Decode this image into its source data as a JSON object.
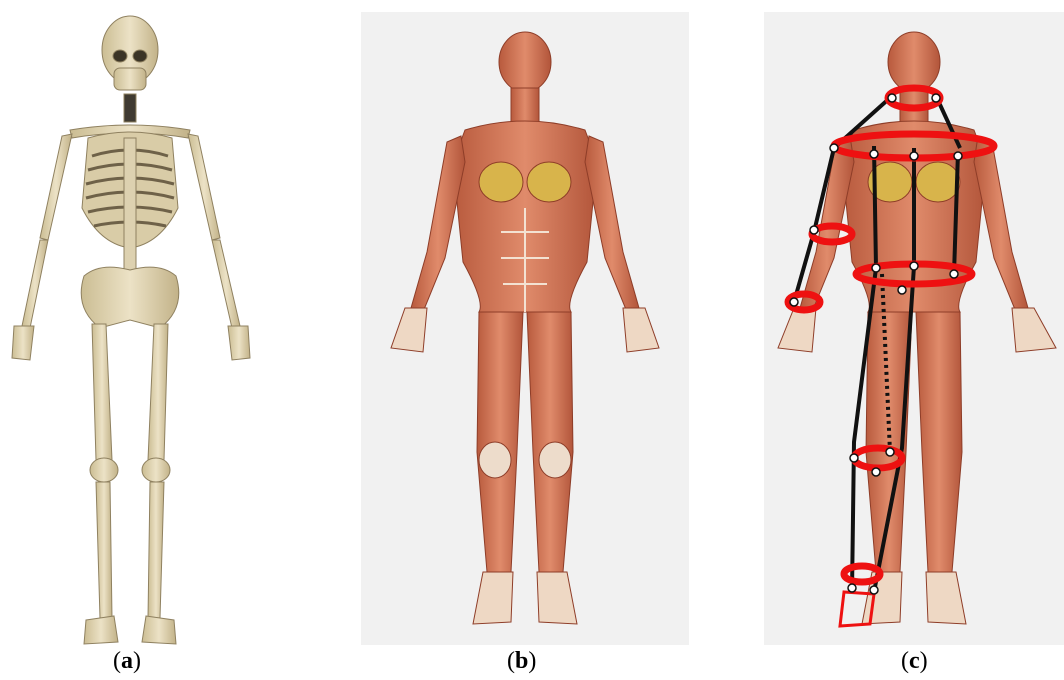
{
  "panels": [
    {
      "id": "a",
      "caption_open": "(",
      "caption_letter": "a",
      "caption_close": ")"
    },
    {
      "id": "b",
      "caption_open": "(",
      "caption_letter": "b",
      "caption_close": ")"
    },
    {
      "id": "c",
      "caption_open": "(",
      "caption_letter": "c",
      "caption_close": ")"
    }
  ],
  "colors": {
    "bone": "#e8dcbc",
    "bone_shadow": "#b8a87e",
    "muscle": "#d9785a",
    "muscle_dark": "#a9472f",
    "tendon": "#efe6d6",
    "breast": "#d9b84a",
    "annotation_ring": "#ee1111",
    "annotation_line": "#111111",
    "panel_background": "#f1f1f1"
  }
}
